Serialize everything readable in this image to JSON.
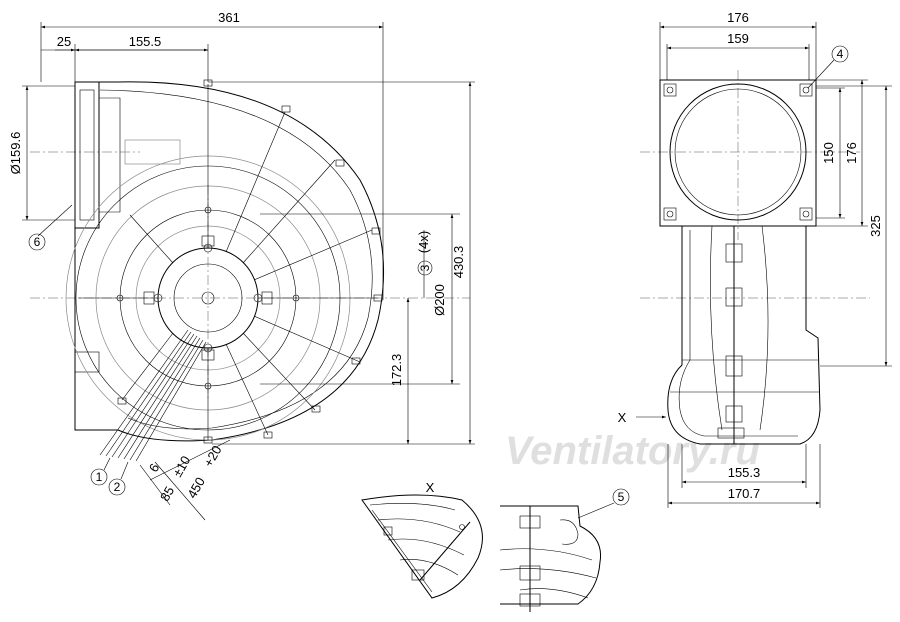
{
  "dimensions": {
    "overall_width": "361",
    "inlet_offset": "25",
    "inlet_to_axis": "155.5",
    "inlet_diameter": "Ø159.6",
    "hub_bolt_count": "(4x)",
    "hub_circle": "Ø200",
    "axis_height": "172.3",
    "overall_height": "430.3",
    "cable_6": "6",
    "cable_85": "85",
    "cable_85_tol": "±10",
    "cable_450": "450",
    "cable_450_tol": "+20",
    "side_width": "176",
    "flange_width": "159",
    "flange_hole_150": "150",
    "flange_height_176": "176",
    "outlet_to_base": "325",
    "base_155": "155.3",
    "base_170": "170.7"
  },
  "callouts": [
    "1",
    "2",
    "3",
    "4",
    "5",
    "6"
  ],
  "detail_label": "X",
  "view_marker": "X",
  "watermark": "Ventilatory.ru"
}
